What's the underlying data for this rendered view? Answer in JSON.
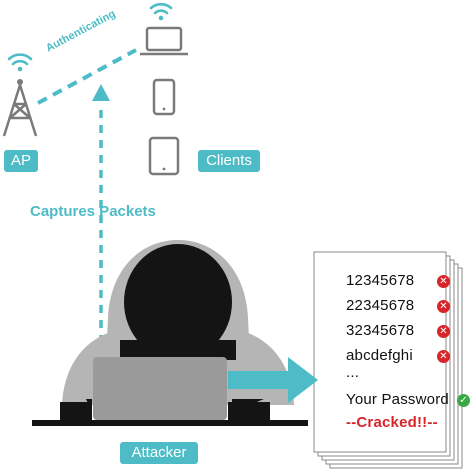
{
  "labels": {
    "ap": "AP",
    "clients": "Clients",
    "authenticating": "Authenticating",
    "captures_packets": "Captures Packets",
    "attacker": "Attacker"
  },
  "document": {
    "passwords": [
      "12345678",
      "22345678",
      "32345678",
      "abcdefghi"
    ],
    "ellipsis": "...",
    "your_password": "Your Password",
    "cracked": "--Cracked!!--"
  },
  "colors": {
    "accent": "#4dbcc6",
    "icon_gray": "#7a7a7a",
    "hacker_black": "#141414",
    "hood_gray": "#b5b5b5",
    "laptop_gray": "#9a9a9a",
    "error_red": "#d7252a",
    "success_green": "#3aa844"
  },
  "icons": [
    "wifi-icon",
    "antenna-tower-icon",
    "laptop-icon",
    "phone-icon",
    "tablet-icon",
    "hacker-icon",
    "x-circle-icon",
    "check-circle-icon"
  ]
}
